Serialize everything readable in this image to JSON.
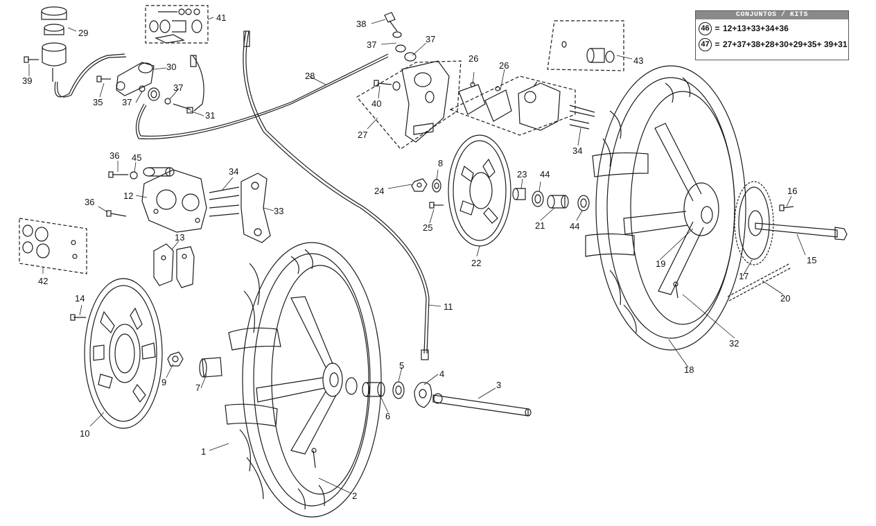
{
  "kits": {
    "header": "CONJUNTOS / KITS",
    "rows": [
      {
        "number": "46",
        "eq": "=",
        "formula": "12+13+33+34+36"
      },
      {
        "number": "47",
        "eq": "=",
        "formula": "27+37+38+28+30+29+35+ 39+31"
      }
    ]
  },
  "callouts": [
    "1",
    "2",
    "3",
    "4",
    "5",
    "6",
    "7",
    "8",
    "9",
    "10",
    "11",
    "12",
    "13",
    "14",
    "15",
    "16",
    "17",
    "18",
    "19",
    "20",
    "21",
    "22",
    "23",
    "24",
    "25",
    "26",
    "27",
    "28",
    "29",
    "30",
    "31",
    "32",
    "33",
    "34",
    "35",
    "36",
    "37",
    "38",
    "39",
    "40",
    "41",
    "42",
    "43",
    "44",
    "45"
  ],
  "colors": {
    "line": "#1a1a1a",
    "header": "#8a8a8a"
  }
}
